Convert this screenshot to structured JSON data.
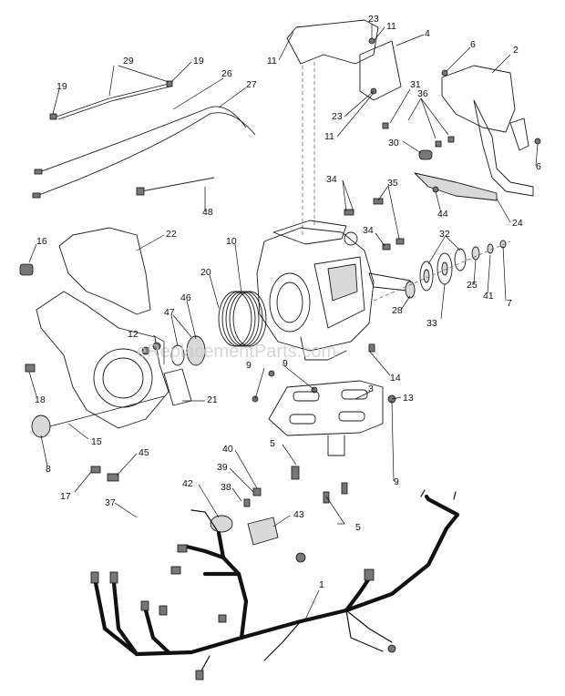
{
  "watermark": "eReplacementParts.com",
  "callouts": [
    "1",
    "2",
    "3",
    "4",
    "5",
    "5",
    "6",
    "6",
    "7",
    "8",
    "9",
    "9",
    "9",
    "10",
    "11",
    "11",
    "11",
    "12",
    "13",
    "14",
    "15",
    "16",
    "17",
    "18",
    "19",
    "19",
    "20",
    "21",
    "22",
    "23",
    "23",
    "24",
    "25",
    "26",
    "27",
    "28",
    "29",
    "30",
    "31",
    "32",
    "33",
    "34",
    "34",
    "35",
    "36",
    "37",
    "38",
    "39",
    "40",
    "41",
    "42",
    "43",
    "44",
    "45",
    "46",
    "47",
    "48"
  ]
}
